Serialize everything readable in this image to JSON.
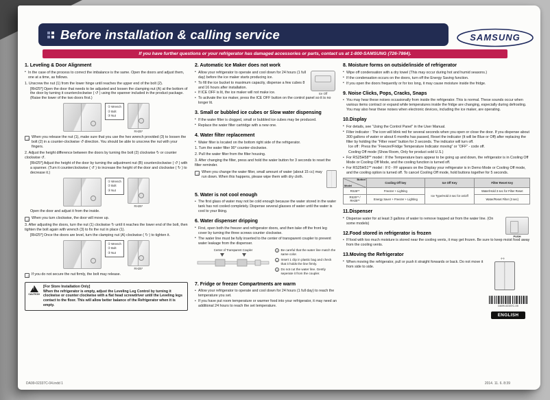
{
  "colors": {
    "header_bg": "#222c52",
    "banner_bg": "#c01e50",
    "brand_navy": "#1f2a5e"
  },
  "header": {
    "title": "Before installation & calling service",
    "brand": "SAMSUNG",
    "banner": "If you have further questions or your refrigerator has damaged accessories or parts, contact us at 1-800-SAMSUNG (726-7864)."
  },
  "c1": {
    "s1": {
      "heading": "1.  Leveling & Door Alignment",
      "b1": "In the case of the process to correct the imbalance is the same. Open the doors and adjust them, one at a time, as follows.",
      "step1": "1. Unscrew the nut (1) from the lower hinge until reaches the upper end of the bolt (2).",
      "step1_rh": "[RH25*]  Open the door that needs to be adjusted and loosen the clamping nut (A) at the bottom of the door by turning it counterclockwise ( ↺ ) using the spanner included in the product package. (Raise the lower of the two doors first.)",
      "fig_labels": [
        "① Wrench",
        "② Bolt",
        "③ Nut"
      ],
      "rh_caption": "RH25*",
      "note1": "When you release the nut (1), make sure that you use the hex wrench provided (3) to loosen the bolt (2) in a counter-clockwise ↺ direction. You should be able to unscrew the nut with your fingers.",
      "step2": "2. Adjust the height difference between the doors by turning the bolt (2) clockwise ↻ or counter clockwise ↺.",
      "step2_rh": "[RH25*]  Adjust the height of the door by turning the adjustment nut (B) counterclockwise ( ↺ ) with a spanner. (Turn it counterclockwise ( ↺ ) to increase the height of the door and clockwise ( ↻ ) to decrease it.)",
      "step2_open": "Open the door and adjust it from the inside.",
      "note2": "When you turn clockwise, the door will move up.",
      "step3": "3. After adjusting the doors, turn the nut (1) clockwise ↻ until it reaches the lower end of the bolt, then tighten the bolt again with wrench (3) to fix the nut in place (1).",
      "step3_rh": "[RH25*]  Once the doors are level, turn the clamping nut (A) clockwise ( ↻ ) to tighten it.",
      "note3": "If you do not secure the nut firmly, the bolt may release.",
      "caution_label": "CAUTION",
      "caution_title": "[For Store Installation Only]",
      "caution_body": "When the refrigerator is empty, adjust the Leveling Leg Control by turning it clockwise or counter clockwise with a flat head screwdriver until the Leveling legs contact to the floor. This will allow better balance of the Refrigerator when it is empty."
    }
  },
  "c2": {
    "s2": {
      "heading": "2.  Automatic Ice Maker does not work",
      "b1": "Allow your refrigerator to operate and cool down for 24 hours (1 full day) before the ice maker starts producing ice.",
      "b2": "To fill the ice bucket to maximum capacity, dispense a few cubes 8 and 16 hours after installation.",
      "b3": "If  ICE OFF  is lit, the ice maker will not make ice.",
      "b4": "To activate the ice maker, press the  ICE OFF  button on the control panel so it is no longer lit.",
      "fig_caption": "Ice Off"
    },
    "s3": {
      "heading": "3.  Small or bubbled ice cubes or Slow water dispensing",
      "b1": "If the water filter is clogged, small or bubbled ice cubes may be produced.",
      "b2": "Replace the water filter cartridge with a new one."
    },
    "s4": {
      "heading": "4.  Water filter replacement",
      "b1": "Water filter is located on the bottom right side of the refrigerator.",
      "st1": "1. Turn the water filter 90° counter-clockwise.",
      "st2": "2. Pull the water filter from the filter housing.",
      "st3": "3. After changing the filter, press and hold the water button for 3 seconds to reset the filter reminder.",
      "note": "When you change the water filter, small amount of water (about 15 cc) may run down. When this happens, please wipe them with dry cloth."
    },
    "s5": {
      "heading": "5.  Water is not cool enough",
      "b1": "The first glass of water may not be cold enough because the water stored in the water tank has not cooled completely. Dispense several glasses of water until the water is cool to your liking."
    },
    "s6": {
      "heading": "6.  Water dispenser dripping",
      "b1": "First, open both the freezer and refrigerator doors, and then take off the front leg cover by turning the three screws counter clockwise.",
      "b2": "The water line must be fully inserted to the center of transparent coupler to prevent water leakage from the dispenser.",
      "fig_label": "Center of Transparent Coupler",
      "n1": "Be careful that the water line match the same color.",
      "n2": "Insert 1 clip in plastic bag and check that it holds the line firmly.",
      "n3": "Do not cut the water line. Gently seperate it from the coupler."
    },
    "s7": {
      "heading": "7.  Fridge or freezer Compartments are warm",
      "b1": "Allow your refrigerator to operate and cool down for 24 hours (1 full day) to reach the temperature you set.",
      "b2": "If you have put room temperature or warmer food into your refrigerator, it may need an additional 24 hours to reach the set temperature."
    }
  },
  "c3": {
    "s8": {
      "heading": "8.  Moisture forms on outside/inside of refrigerator",
      "b1": "Wipe off condensation with a dry towel (This may occur during hot and humid seasons.)",
      "b2": "If the condensation occurs on the doors, turn off the Energy Saving function.",
      "b3": "If you open the doors frequently or for too long, it may cause moisture inside the fridge."
    },
    "s9": {
      "heading": "9.  Noise Clicks, Pops, Cracks, Snaps",
      "b1": "You may hear these noises occasionally from inside the refrigerator. This is normal. These sounds occur when various items contract or expand while temperatures inside the fridge are changing, especially during defrosting. You may also hear these noises when electronic devices, including the ice maker, are operating."
    },
    "s10": {
      "heading": "10.Display",
      "b1": "For details, see “Using the Control Panel” in the User Manual.",
      "b2": "Filter indicator : The icon will blink red for several seconds when you open or close the door. If you dispense about 300 gallons of water or about 6 months has passed, Reset the indicator (It will be Blue or Off) after replacing the filter by holding the “Filter reset” button for 3 seconds. The indicator will turn off.",
      "b3": "Ice off : Press the “Freezer/Fridge Temperature Indicator moving” or “OFF” - code off.",
      "b4": "Cooling Off mode (Show Room, Only for product sold U.S.)",
      "b5": "For RS25H58** model : If the Temperature bars appear to be going up and down, the refrigerator is in Cooling Off Mode or Cooling Off Mode, and the cooling function is turned off.",
      "b6": "For RS25H51** model : If 0 - FF appears on the Display your refrigerator is in Demo Mode or Cooling Off mode, and the cooling option is turned off. To cancel Cooling Off mode, hold buttons together for 5 seconds.",
      "table": {
        "corner_top": "Button",
        "corner_bottom": "Model",
        "cols": [
          "Cooling Off key",
          "Ice Off Key",
          "Filter Reset Key"
        ],
        "rows": [
          {
            "model": "RS26**",
            "cooling": "Freezer + Lighting",
            "ice": "Ice Type/Hold 3 sec for on/off",
            "filter": "Water/Hold 3 sec for Filter Reset"
          },
          {
            "model": "RS25** / RH25**",
            "cooling": "Energy Saver + Freezer + Lighting",
            "filter": "Water/Reset Filter (3 sec)"
          }
        ]
      }
    },
    "s11": {
      "heading": "11.Dispenser",
      "b1": "Dispense water for at least 3 gallons of water to remove trapped air from the water line. (On some models)",
      "fig_label": "PUSH"
    },
    "s12": {
      "heading": "12.Food stored in refrigerator is frozen",
      "b1": "If food with too much moisture is stored near the cooling vents, it may get frozen. Be sure to keep moist food away from the cooling vents."
    },
    "s13": {
      "heading": "13.Moving the Refrigerator",
      "b1": "When moving the refrigerator, pull or push it straight forwards or back. Do not move it from side to side.",
      "code": "DA99-02337C-05",
      "lang": "ENGLISH"
    }
  },
  "footer": {
    "left": "DA99-02337C-04.indd   1",
    "right": "2014. 11. 6.   8:39"
  }
}
